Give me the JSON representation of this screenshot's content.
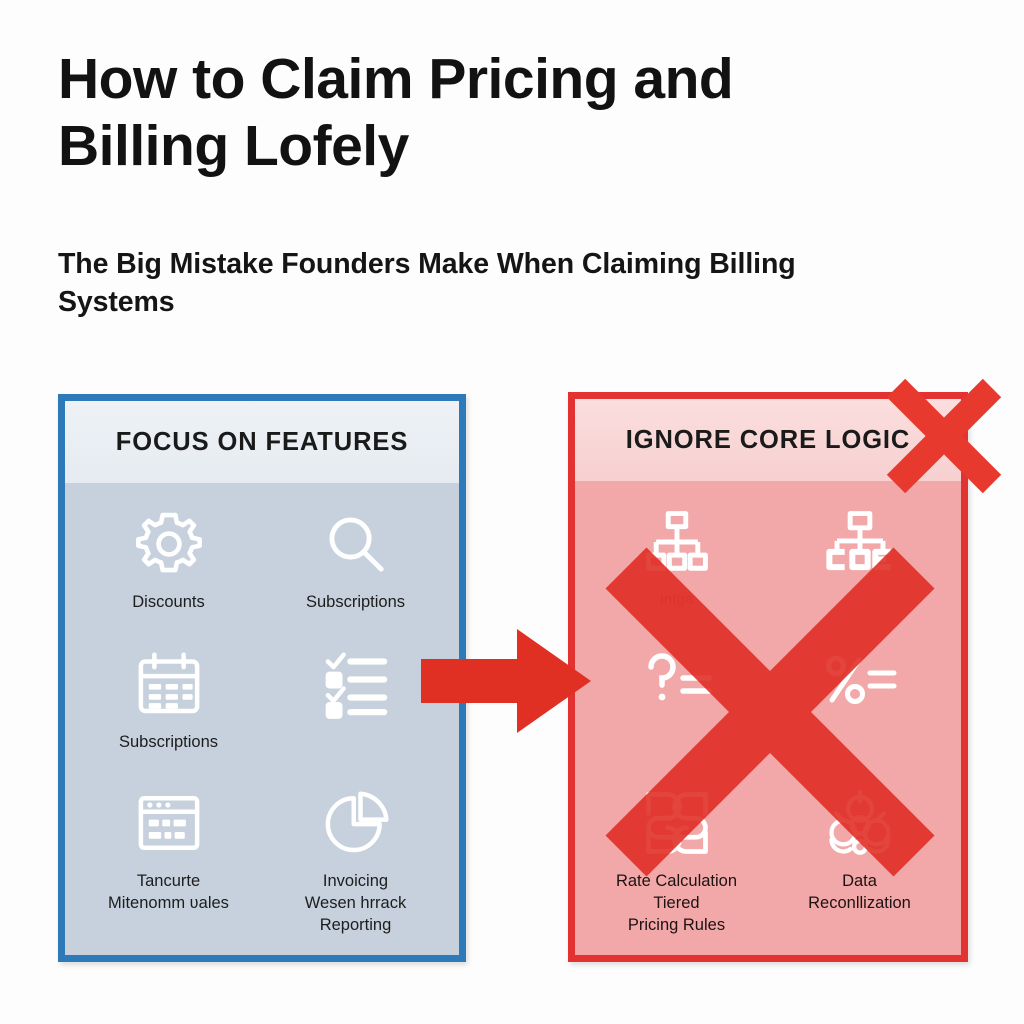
{
  "headings": {
    "title": "How to Claim Pricing and\nBilling Lofely",
    "subtitle": "The Big Mistake Founders Make When Claiming Billing\nSystems"
  },
  "colors": {
    "left_border": "#2e7ab8",
    "left_header_bg": "#e8edf3",
    "left_body_bg": "#c6d1dd",
    "right_border": "#e23232",
    "right_header_bg": "#f9d7d7",
    "right_body_bg": "#f2a8a8",
    "accent_red": "#e03024",
    "title_text": "#121212"
  },
  "left_panel": {
    "header": "FOCUS ON FEATURES",
    "items": [
      {
        "icon": "gear-icon",
        "label": "Discounts"
      },
      {
        "icon": "magnifier-icon",
        "label": "Subscriptions"
      },
      {
        "icon": "calendar-icon",
        "label": "Subscriptions"
      },
      {
        "icon": "checklist-icon",
        "label": ""
      },
      {
        "icon": "browser-window-icon",
        "label": "Tancurte\nMitenomm ʋales"
      },
      {
        "icon": "pie-chart-icon",
        "label": "Invoicing\nWesen hrrack\nReporting"
      }
    ]
  },
  "right_panel": {
    "header": "IGNORE CORE LOGIC",
    "items": [
      {
        "icon": "hierarchy-icon",
        "label": "Intga"
      },
      {
        "icon": "hierarchy-icon",
        "label": ""
      },
      {
        "icon": "question-equals-icon",
        "label": ""
      },
      {
        "icon": "percent-equals-icon",
        "label": ""
      },
      {
        "icon": "abstract-knot-icon",
        "label": "Rate Calculation\nTiered\nPricing Rules"
      },
      {
        "icon": "abstract-floral-icon",
        "label": "Data\nReconllization"
      }
    ]
  },
  "overlays": {
    "arrow": "arrow-right-icon",
    "big_cross": "cross-mark-icon",
    "corner_cross": "cross-mark-icon"
  }
}
